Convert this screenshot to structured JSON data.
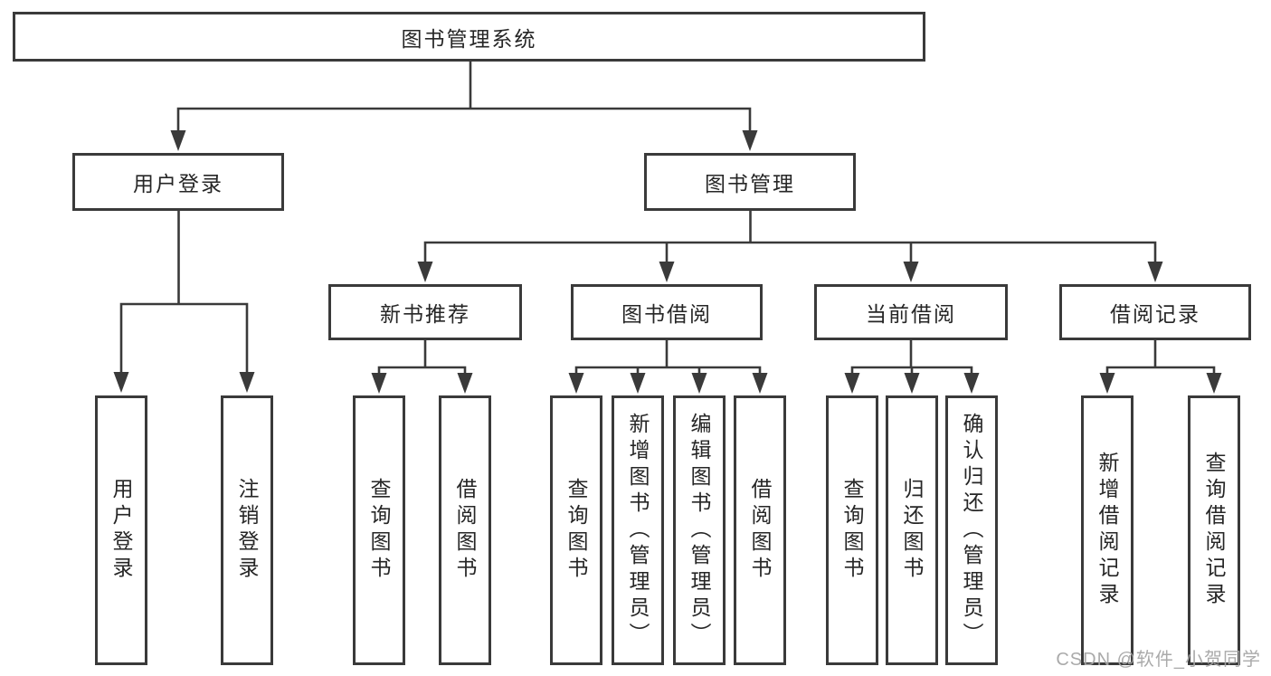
{
  "tree": {
    "root": {
      "label": "图书管理系统"
    },
    "branches": [
      {
        "label": "用户登录",
        "children": [
          {
            "label": "用户登录"
          },
          {
            "label": "注销登录"
          }
        ]
      },
      {
        "label": "图书管理",
        "children": [
          {
            "label": "新书推荐",
            "children": [
              {
                "label": "查询图书"
              },
              {
                "label": "借阅图书"
              }
            ]
          },
          {
            "label": "图书借阅",
            "children": [
              {
                "label": "查询图书"
              },
              {
                "label": "新增图书（管理员）"
              },
              {
                "label": "编辑图书（管理员）"
              },
              {
                "label": "借阅图书"
              }
            ]
          },
          {
            "label": "当前借阅",
            "children": [
              {
                "label": "查询图书"
              },
              {
                "label": "归还图书"
              },
              {
                "label": "确认归还（管理员）"
              }
            ]
          },
          {
            "label": "借阅记录",
            "children": [
              {
                "label": "新增借阅记录"
              },
              {
                "label": "查询借阅记录"
              }
            ]
          }
        ]
      }
    ]
  },
  "watermark": {
    "text": "CSDN @软件_小贺同学"
  },
  "colors": {
    "line": "#3a3a3a",
    "box_border": "#3a3a3a",
    "box_fill": "#ffffff",
    "text": "#262626",
    "watermark": "#a5a5a5",
    "background": "#ffffff"
  }
}
